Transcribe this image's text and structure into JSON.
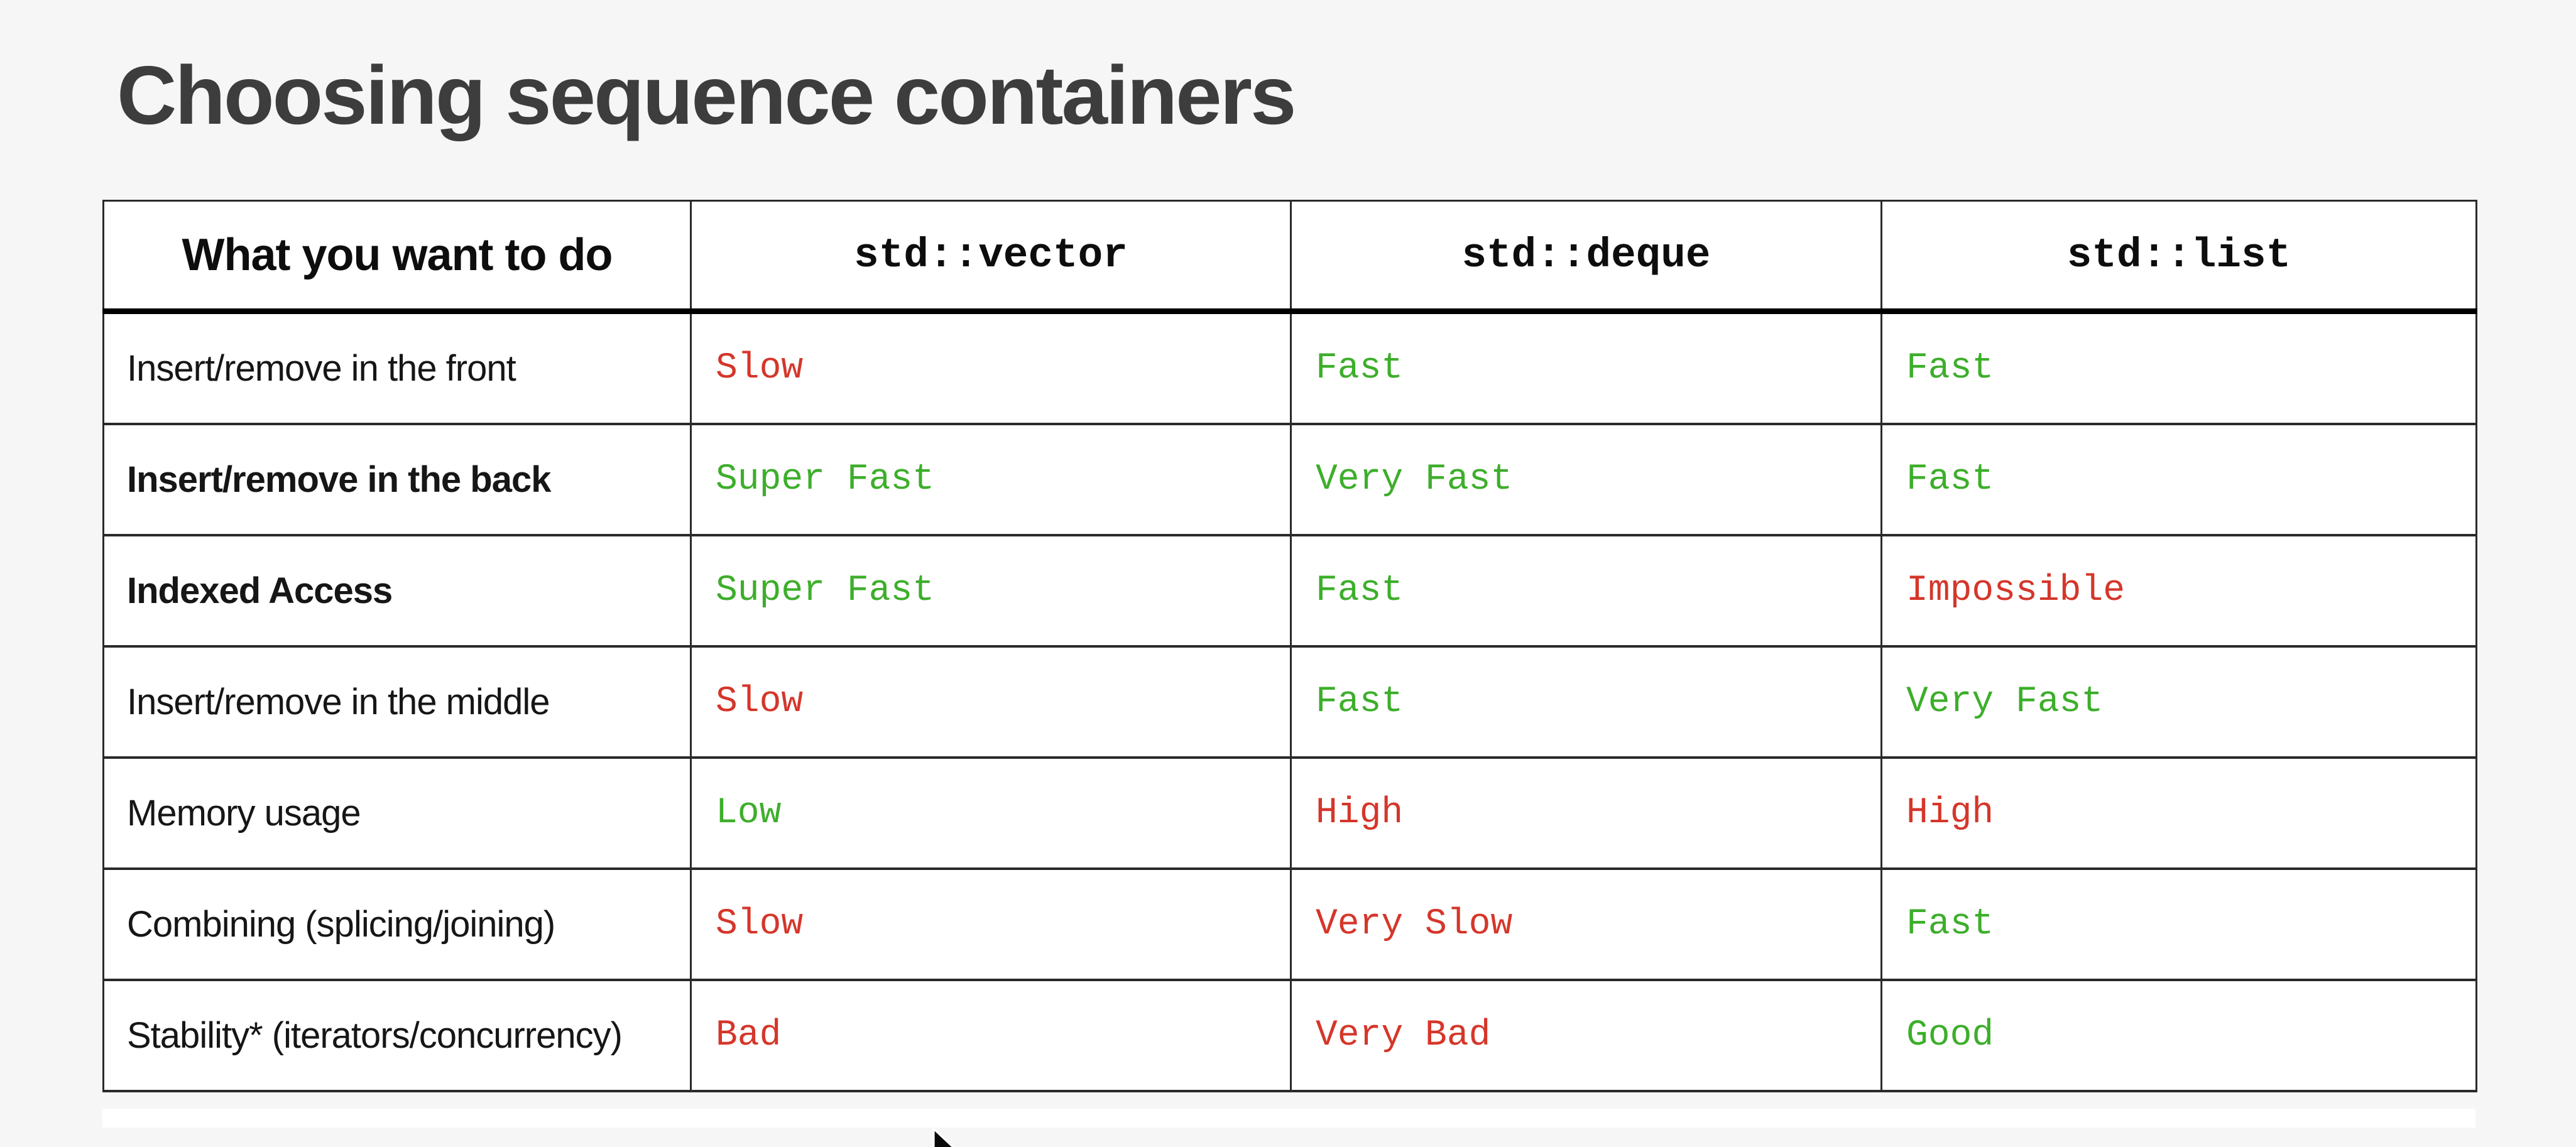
{
  "page": {
    "title": "Choosing sequence containers"
  },
  "table": {
    "columns": [
      "What you want to do",
      "std::vector",
      "std::deque",
      "std::list"
    ],
    "rows": [
      {
        "label": "Insert/remove in the front",
        "label_weight": "regular",
        "values": [
          {
            "text": "Slow",
            "tone": "bad"
          },
          {
            "text": "Fast",
            "tone": "good"
          },
          {
            "text": "Fast",
            "tone": "good"
          }
        ]
      },
      {
        "label": "Insert/remove in the back",
        "label_weight": "bold",
        "values": [
          {
            "text": "Super Fast",
            "tone": "good"
          },
          {
            "text": "Very Fast",
            "tone": "good"
          },
          {
            "text": "Fast",
            "tone": "good"
          }
        ]
      },
      {
        "label": "Indexed Access",
        "label_weight": "bold",
        "values": [
          {
            "text": "Super Fast",
            "tone": "good"
          },
          {
            "text": "Fast",
            "tone": "good"
          },
          {
            "text": "Impossible",
            "tone": "bad"
          }
        ]
      },
      {
        "label": "Insert/remove in the middle",
        "label_weight": "regular",
        "values": [
          {
            "text": "Slow",
            "tone": "bad"
          },
          {
            "text": "Fast",
            "tone": "good"
          },
          {
            "text": "Very Fast",
            "tone": "good"
          }
        ]
      },
      {
        "label": "Memory usage",
        "label_weight": "regular",
        "values": [
          {
            "text": "Low",
            "tone": "good"
          },
          {
            "text": "High",
            "tone": "bad"
          },
          {
            "text": "High",
            "tone": "bad"
          }
        ]
      },
      {
        "label": "Combining (splicing/joining)",
        "label_weight": "regular",
        "values": [
          {
            "text": "Slow",
            "tone": "bad"
          },
          {
            "text": "Very Slow",
            "tone": "bad"
          },
          {
            "text": "Fast",
            "tone": "good"
          }
        ]
      },
      {
        "label": "Stability* (iterators/concurrency)",
        "label_weight": "regular",
        "values": [
          {
            "text": "Bad",
            "tone": "bad"
          },
          {
            "text": "Very Bad",
            "tone": "bad"
          },
          {
            "text": "Good",
            "tone": "good"
          }
        ]
      }
    ]
  },
  "cursor": {
    "type": "arrow-pointer"
  },
  "colors": {
    "good": "#3dae2b",
    "bad": "#d5362a",
    "title": "#3d3d3d",
    "background": "#f6f6f6"
  }
}
